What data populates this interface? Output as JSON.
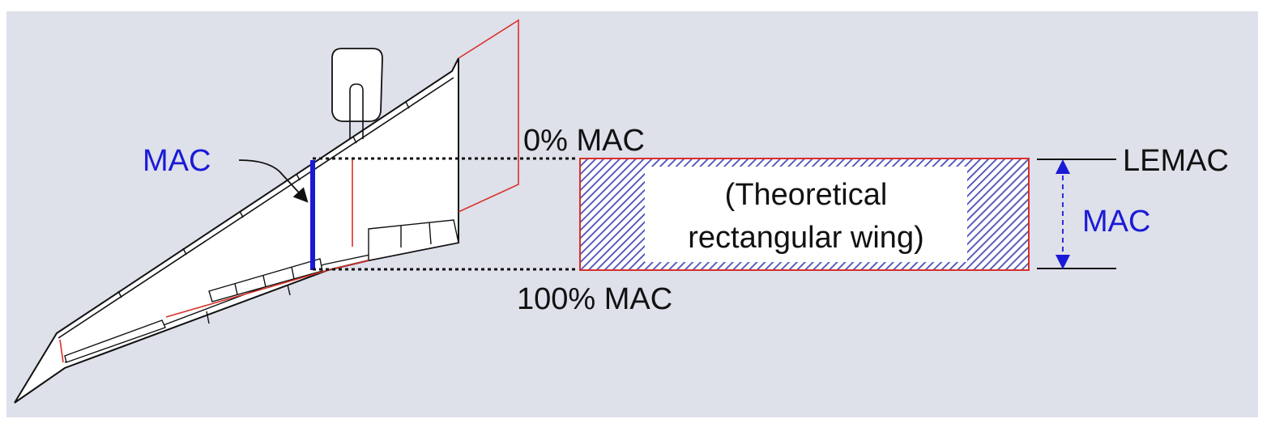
{
  "labels": {
    "mac_left": "MAC",
    "zero_pct": "0% MAC",
    "hundred_pct": "100% MAC",
    "theoretical_line1": "(Theoretical",
    "theoretical_line2": "rectangular wing)",
    "lemac": "LEMAC",
    "mac_right": "MAC"
  },
  "colors": {
    "background": "#dee0ea",
    "mac_blue": "#1a1ad6",
    "outline_red": "#d9302a",
    "hatch_blue": "#4a4fb8",
    "ink": "#111111"
  }
}
